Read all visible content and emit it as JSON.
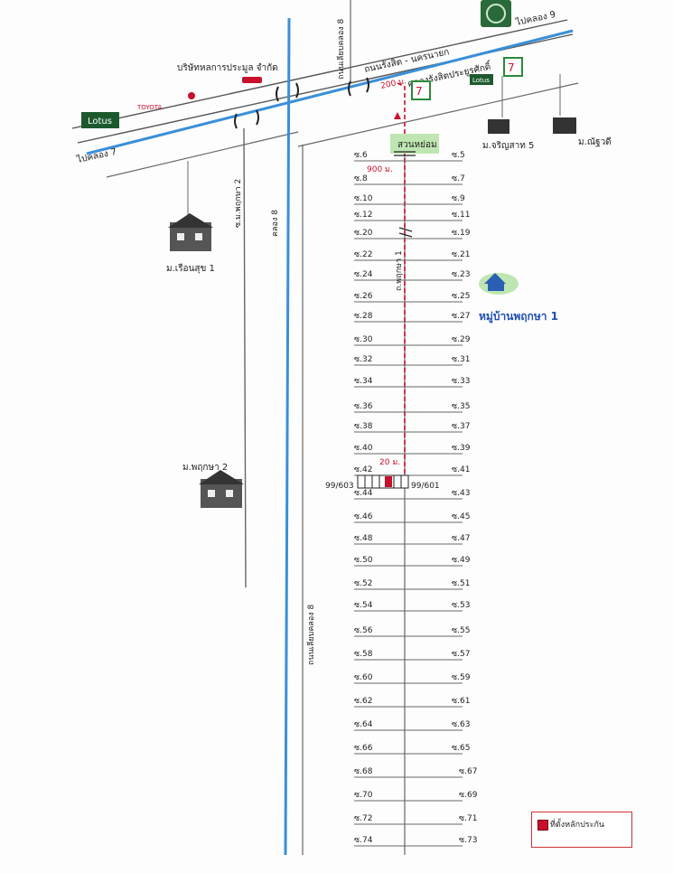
{
  "colors": {
    "canal": "#3a8fd8",
    "road": "#555555",
    "route": "#c8102e",
    "park": "#bfe6b2",
    "brand_blue": "#1f4fb4"
  },
  "roads": {
    "main_road": "ถนนรังสิต - นครนายก",
    "canal_left": "ไปคลอง 7",
    "canal_right": "ไปคลอง 9",
    "canal_top": "ถนนเลียบคลอง 8",
    "canal_vertical": "คลอง 8",
    "road_east_canal": "ถนนเลียบคลอง 8",
    "soi_ma": "ซ.ม.พฤกษา 2",
    "main_soi": "ถ.พฤกษา 1",
    "canal_name": "คลองรังสิตประยูรศักดิ์"
  },
  "landmarks": {
    "company": "บริษัทหลการประมูล จำกัด",
    "lotus": "Lotus",
    "toyota": "TOYOTA",
    "park": "สวนหย่อม",
    "village_right_1": "ม.จริญสาท 5",
    "village_right_2": "ม.ณัฐวดี",
    "village_left_1": "ม.เรือนสุข 1",
    "village_left_2": "ม.พฤกษา 2",
    "village_main": "หมู่บ้านพฤกษา 1"
  },
  "distances": {
    "d1": "200 ม.",
    "d2": "900 ม.",
    "d3": "20 ม."
  },
  "houses": {
    "left": "99/603",
    "right": "99/601"
  },
  "sois_left": [
    "ซ.6",
    "ซ.8",
    "ซ.10",
    "ซ.12",
    "ซ.20",
    "ซ.22",
    "ซ.24",
    "ซ.26",
    "ซ.28",
    "ซ.30",
    "ซ.32",
    "ซ.34",
    "ซ.36",
    "ซ.38",
    "ซ.40",
    "ซ.42",
    "ซ.44",
    "ซ.46",
    "ซ.48",
    "ซ.50",
    "ซ.52",
    "ซ.54",
    "ซ.56",
    "ซ.58",
    "ซ.60",
    "ซ.62",
    "ซ.64",
    "ซ.66",
    "ซ.68",
    "ซ.70",
    "ซ.72",
    "ซ.74"
  ],
  "sois_right": [
    "ซ.5",
    "ซ.7",
    "ซ.9",
    "ซ.11",
    "ซ.19",
    "ซ.21",
    "ซ.23",
    "ซ.25",
    "ซ.27",
    "ซ.29",
    "ซ.31",
    "ซ.33",
    "ซ.35",
    "ซ.37",
    "ซ.39",
    "ซ.41",
    "ซ.43",
    "ซ.45",
    "ซ.47",
    "ซ.49",
    "ซ.51",
    "ซ.53",
    "ซ.55",
    "ซ.57",
    "ซ.59",
    "ซ.61",
    "ซ.63",
    "ซ.65",
    "ซ.67",
    "ซ.69",
    "ซ.71",
    "ซ.73"
  ],
  "legend": {
    "label": "ที่ตั้งหลักประกัน"
  }
}
